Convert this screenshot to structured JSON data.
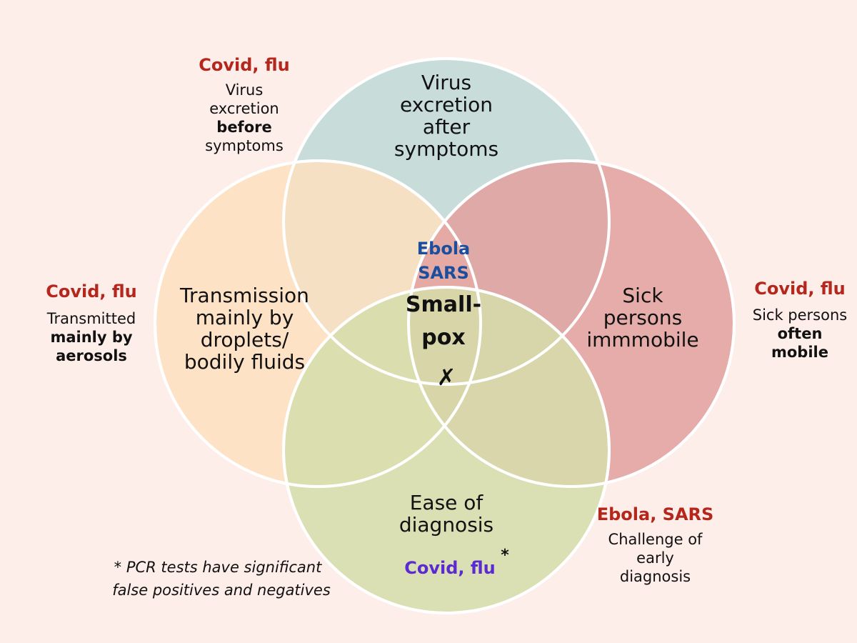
{
  "colors": {
    "background": "#fdeee9",
    "top_circle": "#bfdad8",
    "left_circle": "#fde1c0",
    "right_circle": "#e3a19f",
    "bottom_circle": "#d6deab",
    "outline": "#ffffff",
    "red_label": "#b5261c",
    "blue_label": "#1b4f9e",
    "purple_label": "#5b2ad1"
  },
  "circles": {
    "top": "Virus\nexcretion\nafter\nsymptoms",
    "left": "Transmission\nmainly by\ndroplets/\nbodily fluids",
    "right": "Sick\npersons\nimmmobile",
    "bottom": "Ease of\ndiagnosis"
  },
  "center": {
    "ebola": "Ebola",
    "sars": "SARS",
    "smallpox_line1": "Small-",
    "smallpox_line2": "pox",
    "cross": "✗"
  },
  "bottom_inner": {
    "label": "Covid, flu",
    "asterisk": "*"
  },
  "side_notes": {
    "top_left": {
      "heading": "Covid, flu",
      "line1": "Virus",
      "line2": "excretion",
      "bold": "before",
      "line3": "symptoms"
    },
    "left": {
      "heading": "Covid, flu",
      "line1": "Transmitted",
      "bold1": "mainly by",
      "bold2": "aerosols"
    },
    "right": {
      "heading": "Covid, flu",
      "line1": "Sick persons",
      "bold1": "often",
      "bold2": "mobile"
    },
    "bottom_right": {
      "heading": "Ebola, SARS",
      "line1": "Challenge of",
      "line2": "early",
      "line3": "diagnosis"
    }
  },
  "footnote": {
    "line1": "* PCR tests have significant",
    "line2": "false positives and negatives"
  }
}
